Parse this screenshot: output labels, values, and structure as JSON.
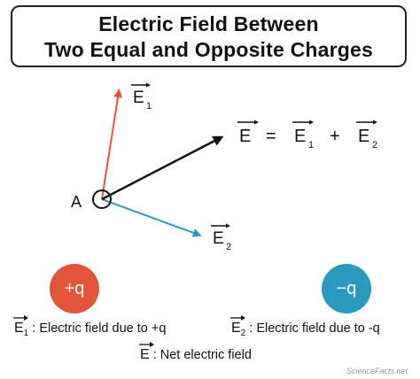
{
  "title": {
    "line1": "Electric Field Between",
    "line2": "Two Equal and Opposite Charges"
  },
  "diagram": {
    "point_label": "A",
    "e1": {
      "symbol": "E",
      "sub": "1",
      "color": "#e2553a"
    },
    "e2": {
      "symbol": "E",
      "sub": "2",
      "color": "#2a9bbf"
    },
    "e_net": {
      "symbol": "E",
      "color": "#111111"
    },
    "equation": {
      "lhs": "E",
      "eq": "=",
      "term1": "E",
      "term1_sub": "1",
      "plus": "+",
      "term2": "E",
      "term2_sub": "2"
    }
  },
  "charges": {
    "positive": {
      "label": "+q",
      "color": "#e2553a"
    },
    "negative": {
      "label": "−q",
      "color": "#2a9bbf"
    }
  },
  "legend": {
    "e1": {
      "symbol": "E",
      "sub": "1",
      "text": ": Electric field due to +q"
    },
    "e2": {
      "symbol": "E",
      "sub": "2",
      "text": ": Electric field due to -q"
    },
    "e_net": {
      "symbol": "E",
      "text": ": Net electric field"
    }
  },
  "brand": "ScienceFacts.net"
}
